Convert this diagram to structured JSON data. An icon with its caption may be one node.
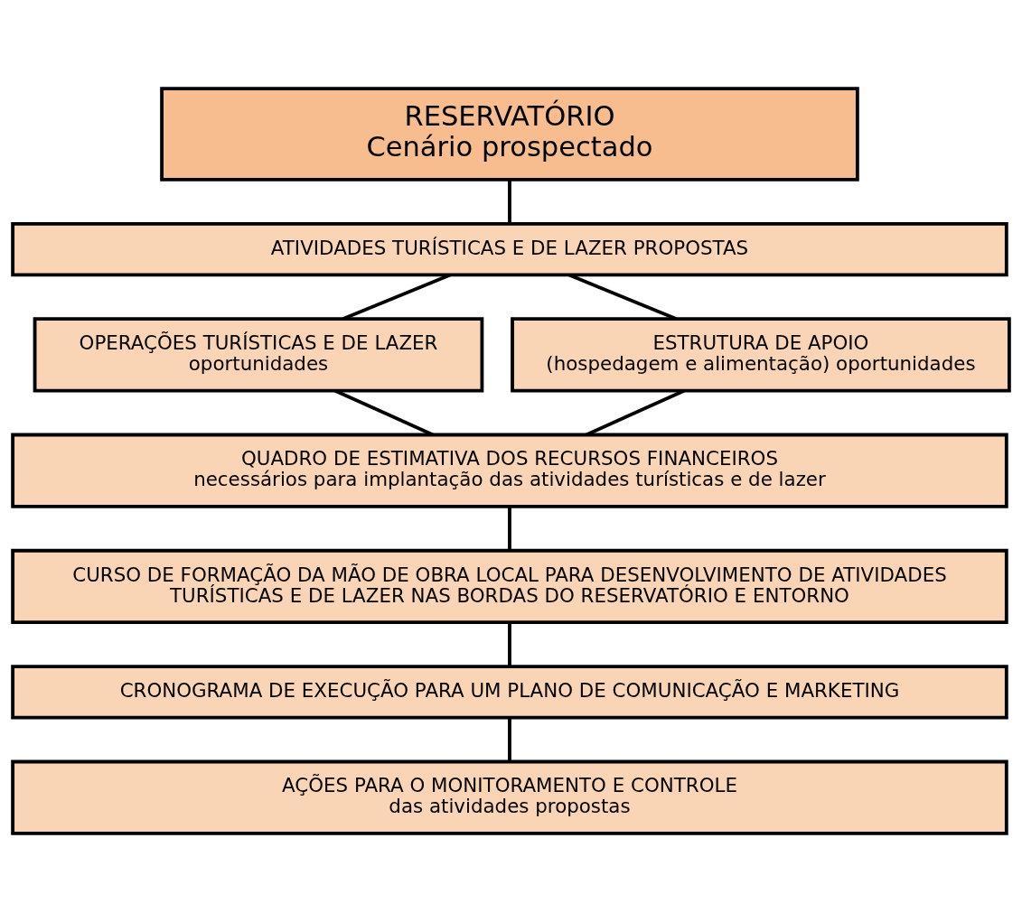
{
  "diagram": {
    "nodes": [
      {
        "text": [
          "RESERVATÓRIO",
          "Cenário prospectado"
        ]
      },
      {
        "text": [
          "ATIVIDADES TURÍSTICAS E DE LAZER PROPOSTAS"
        ]
      },
      {
        "text": [
          "OPERAÇÕES TURÍSTICAS E DE LAZER",
          "oportunidades"
        ]
      },
      {
        "text": [
          "ESTRUTURA DE APOIO",
          "(hospedagem e alimentação) oportunidades"
        ]
      },
      {
        "text": [
          "QUADRO DE ESTIMATIVA DOS RECURSOS FINANCEIROS",
          "necessários para implantação das atividades turísticas e de lazer"
        ]
      },
      {
        "text": [
          "CURSO DE FORMAÇÃO DA MÃO DE OBRA LOCAL PARA DESENVOLVIMENTO DE ATIVIDADES TURÍSTICAS E DE LAZER NAS BORDAS DO RESERVATÓRIO E ENTORNO"
        ]
      },
      {
        "text": [
          "CRONOGRAMA DE EXECUÇÃO PARA UM PLANO DE COMUNICAÇÃO E MARKETING"
        ]
      },
      {
        "text": [
          "AÇÕES PARA O MONITORAMENTO E CONTROLE",
          "das atividades propostas"
        ]
      }
    ],
    "edges": [
      {
        "from": 0,
        "to": 1,
        "arrow": "none"
      },
      {
        "from": 1,
        "to": 2,
        "arrow": "none"
      },
      {
        "from": 1,
        "to": 3,
        "arrow": "none"
      },
      {
        "from": 2,
        "to": 4,
        "arrow": "none"
      },
      {
        "from": 3,
        "to": 4,
        "arrow": "none"
      },
      {
        "from": 4,
        "to": 5,
        "arrow": "none"
      },
      {
        "from": 5,
        "to": 6,
        "arrow": "none"
      },
      {
        "from": 6,
        "to": 7,
        "arrow": "none"
      }
    ]
  }
}
